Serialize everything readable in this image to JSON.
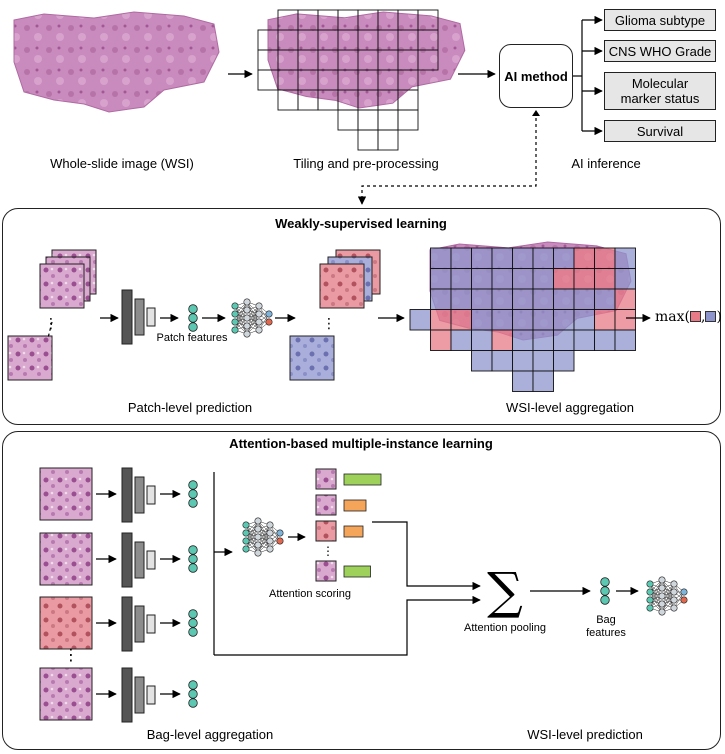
{
  "top": {
    "wsi_label": "Whole-slide image (WSI)",
    "tiling_label": "Tiling and pre-processing",
    "ai_method": "AI method",
    "ai_inference_label": "AI inference",
    "outputs": [
      "Glioma subtype",
      "CNS WHO Grade",
      "Molecular marker status",
      "Survival"
    ]
  },
  "weakly": {
    "title": "Weakly-supervised learning",
    "patch_features": "Patch features",
    "patch_prediction": "Patch-level prediction",
    "wsi_aggregation": "WSI-level aggregation",
    "max_expr": "max(",
    "max_sep": ",",
    "max_close": ")"
  },
  "abmil": {
    "title": "Attention-based multiple-instance learning",
    "attention_scoring": "Attention scoring",
    "attention_pooling": "Attention pooling",
    "sigma": "∑",
    "bag_features": "Bag features",
    "bag_aggregation": "Bag-level aggregation",
    "wsi_prediction": "WSI-level prediction",
    "attention_levels": [
      0.9,
      0.4,
      0.3,
      0.55
    ]
  },
  "colors": {
    "tissue": "#c27fb3",
    "tissue_dark": "#a55a97",
    "red_overlay": "#e77a86",
    "blue_overlay": "#8d95cc",
    "feature_node": "#5cc8b2",
    "green_bar": "#9ed15a",
    "orange_bar": "#f5a55a",
    "output_box": "#e6e6e6"
  }
}
